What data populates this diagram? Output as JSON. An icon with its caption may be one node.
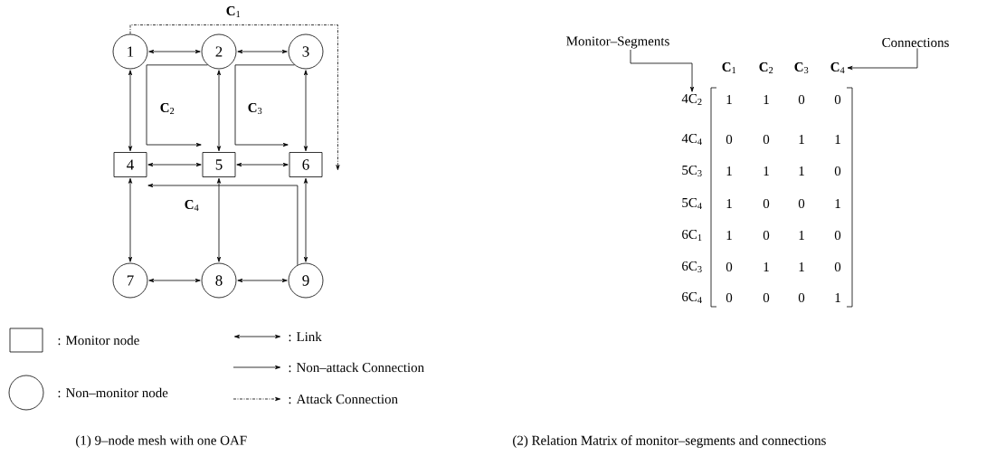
{
  "diagram": {
    "nodes": [
      {
        "text": [
          "1"
        ]
      },
      {
        "text": [
          "2"
        ]
      },
      {
        "text": [
          "3"
        ]
      },
      {
        "text": [
          "4"
        ]
      },
      {
        "text": [
          "5"
        ]
      },
      {
        "text": [
          "6"
        ]
      },
      {
        "text": [
          "7"
        ]
      },
      {
        "text": [
          "8"
        ]
      },
      {
        "text": [
          "9"
        ]
      },
      {
        "text": [
          "Monitor–Segments"
        ]
      },
      {
        "text": [
          "Connections"
        ]
      },
      {
        "text": [
          "**C**$_{4}$"
        ]
      },
      {
        "text": [
          "4C$_{2}$"
        ]
      }
    ],
    "edges": [
      {
        "from": 0,
        "to": 1,
        "arrow": "both"
      },
      {
        "from": 1,
        "to": 2,
        "arrow": "both"
      },
      {
        "from": 0,
        "to": 3,
        "arrow": "both"
      },
      {
        "from": 1,
        "to": 4,
        "arrow": "both"
      },
      {
        "from": 2,
        "to": 5,
        "arrow": "both"
      },
      {
        "from": 3,
        "to": 4,
        "arrow": "both"
      },
      {
        "from": 4,
        "to": 5,
        "arrow": "both"
      },
      {
        "from": 3,
        "to": 6,
        "arrow": "both"
      },
      {
        "from": 4,
        "to": 7,
        "arrow": "both"
      },
      {
        "from": 5,
        "to": 8,
        "arrow": "both"
      },
      {
        "from": 6,
        "to": 7,
        "arrow": "both"
      },
      {
        "from": 7,
        "to": 8,
        "arrow": "both"
      },
      {
        "from": 0,
        "to": 5,
        "arrow": "to",
        "label": "**C**$_{1}$",
        "style": "dashed"
      },
      {
        "from": 1,
        "to": 4,
        "arrow": "to",
        "label": "**C**$_{2}$"
      },
      {
        "from": 2,
        "to": 5,
        "arrow": "to",
        "label": "**C**$_{3}$"
      },
      {
        "from": 8,
        "to": 3,
        "arrow": "to",
        "label": "**C**$_{4}$"
      },
      {
        "from": 9,
        "to": 12,
        "arrow": "to"
      },
      {
        "from": 10,
        "to": 11,
        "arrow": "to"
      }
    ],
    "labels": [
      "**C**$_{1}$",
      "**C**$_{2}$",
      "**C**$_{3}$",
      "1",
      "1",
      "0",
      "0",
      "4C$_{4}$",
      "0",
      "0",
      "1",
      "1",
      "5C$_{3}$",
      "1",
      "1",
      "1",
      "0",
      "5C$_{4}$",
      "1",
      "0",
      "0",
      "1",
      "6C$_{1}$",
      "1",
      "0",
      "1",
      "0",
      "6C$_{3}$",
      "0",
      "1",
      "1",
      "0",
      "6C$_{4}$",
      "0",
      "0",
      "0",
      "1",
      "(1) 9–node mesh with one OAF",
      "(2) Relation Matrix of monitor–segments and connections"
    ],
    "legend": [
      {
        "text": ": Monitor node"
      },
      {
        "text": ": Non–monitor node"
      },
      {
        "text": ": Link"
      },
      {
        "text": ": Non–attack Connection"
      },
      {
        "text": ": Attack Connection"
      }
    ]
  }
}
